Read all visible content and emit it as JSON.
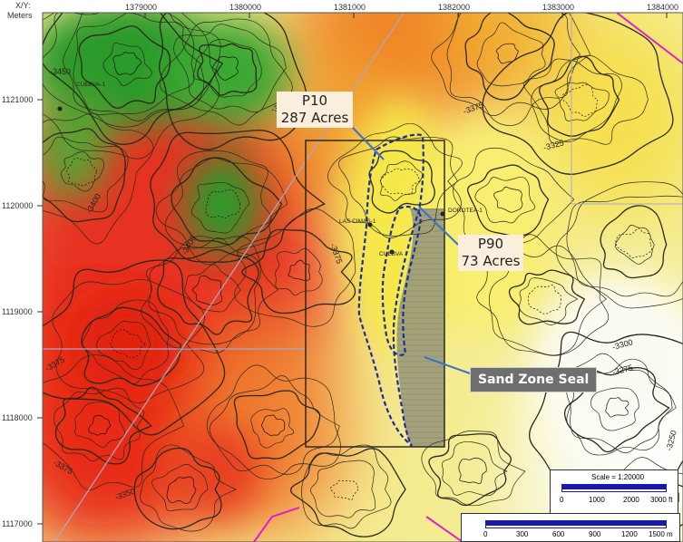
{
  "axes": {
    "corner_label_top": "X/Y:",
    "corner_label_bottom": "Meters",
    "x_ticks": [
      "1379000",
      "1380000",
      "1381000",
      "1382000",
      "1383000",
      "1384000"
    ],
    "y_ticks": [
      "1121000",
      "1120000",
      "1119000",
      "1118000",
      "1117000"
    ]
  },
  "contour_labels": [
    "-3450",
    "-3450",
    "-3400",
    "-3400",
    "-3375",
    "-3375",
    "-3350",
    "-3325",
    "-3300",
    "-3275",
    "-3250",
    "-3375",
    "-3375"
  ],
  "well_labels": [
    "CUEBVA-1",
    "DOROTEA-1",
    "LAS CIMAS-1",
    "CUEBVA"
  ],
  "callouts": {
    "p10": {
      "line1": "P10",
      "line2": "287 Acres"
    },
    "p90": {
      "line1": "P90",
      "line2": "73 Acres"
    },
    "seal": "Sand Zone Seal"
  },
  "scale_bar_1": {
    "title": "Scale = 1:20000",
    "ticks": [
      "0",
      "1000",
      "2000",
      "3000 ft"
    ]
  },
  "scale_bar_2": {
    "ticks": [
      "0",
      "300",
      "600",
      "900",
      "1200",
      "1500 m"
    ]
  },
  "colors": {
    "deep_green": "#2a9a2a",
    "red": "#e83020",
    "orange": "#f07a20",
    "yellow": "#f5e640",
    "boundary_magenta": "#e020d0",
    "outline_blue": "#1a2ea0",
    "scale_blue": "#1a1aa8"
  }
}
